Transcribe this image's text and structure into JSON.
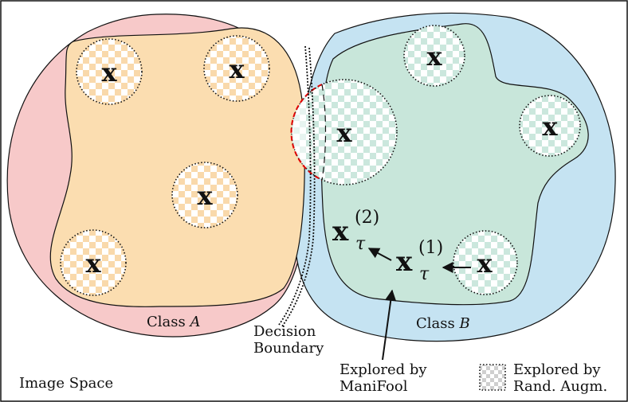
{
  "labels": {
    "image_space": "Image Space",
    "class_a_prefix": "Class ",
    "class_a_var": "A",
    "class_b_prefix": "Class ",
    "class_b_var": "B",
    "decision_line1": "Decision",
    "decision_line2": "Boundary",
    "manifool_line1": "Explored by",
    "manifool_line2": "ManiFool",
    "randaug_line1": "Explored by",
    "randaug_line2": "Rand. Augm."
  },
  "math": {
    "sample_symbol": "x",
    "tau": "τ",
    "iter1": "(1)",
    "iter2": "(2)"
  },
  "colors": {
    "class_a_outer": "#f7c9c9",
    "class_a_manifold": "#fbddb0",
    "class_b_outer": "#c5e3f2",
    "class_b_manifold": "#c8e6da",
    "checker_a": "#f9d9ab",
    "checker_b": "#cbe7dd",
    "checker_legend": "#cfcfcf",
    "boundary_dash": "#e00000"
  }
}
